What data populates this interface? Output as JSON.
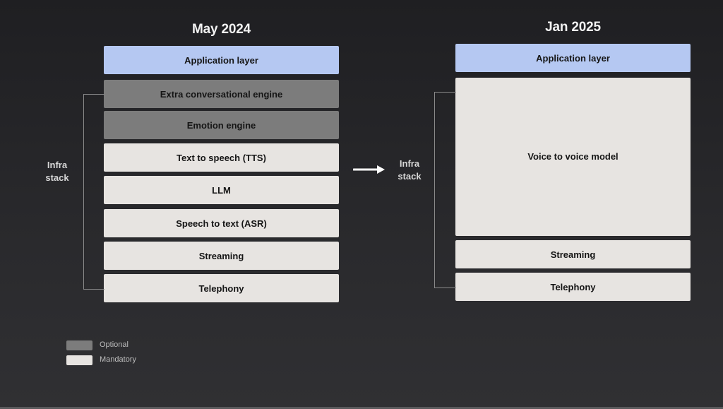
{
  "left": {
    "title": "May 2024",
    "app_layer": "Application layer",
    "layers": [
      {
        "label": "Extra conversational engine",
        "kind": "optional"
      },
      {
        "label": "Emotion engine",
        "kind": "optional"
      },
      {
        "label": "Text to speech (TTS)",
        "kind": "mandatory"
      },
      {
        "label": "LLM",
        "kind": "mandatory"
      },
      {
        "label": "Speech to text (ASR)",
        "kind": "mandatory"
      },
      {
        "label": "Streaming",
        "kind": "mandatory"
      },
      {
        "label": "Telephony",
        "kind": "mandatory"
      }
    ],
    "infra_label": [
      "Infra",
      "stack"
    ]
  },
  "right": {
    "title": "Jan 2025",
    "app_layer": "Application layer",
    "layers": [
      {
        "label": "Voice to voice model",
        "kind": "mandatory"
      },
      {
        "label": "Streaming",
        "kind": "mandatory"
      },
      {
        "label": "Telephony",
        "kind": "mandatory"
      }
    ],
    "infra_label": [
      "Infra",
      "stack"
    ]
  },
  "legend": [
    {
      "label": "Optional",
      "color": "#7c7c7c"
    },
    {
      "label": "Mandatory",
      "color": "#e7e4e1"
    }
  ],
  "colors": {
    "application": "#b5c8f2",
    "optional": "#7c7c7c",
    "mandatory": "#e7e4e1"
  }
}
